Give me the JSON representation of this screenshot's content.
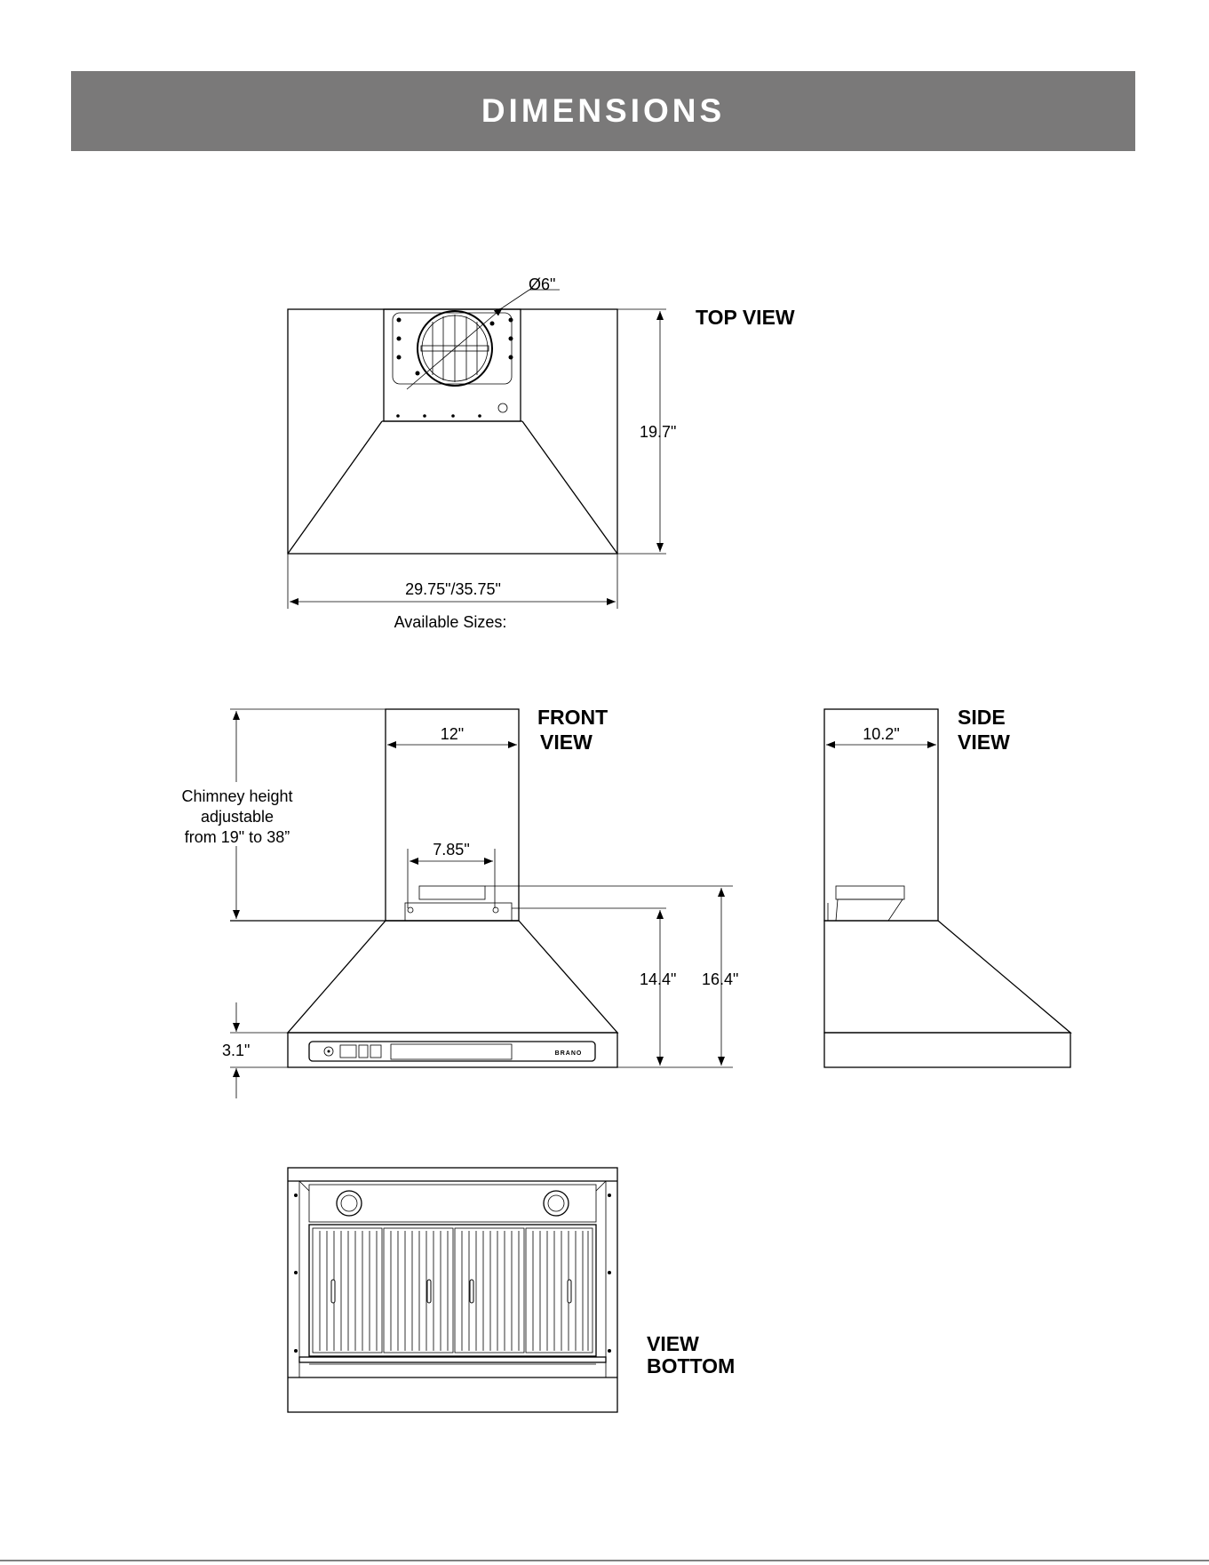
{
  "header": {
    "title": "DIMENSIONS"
  },
  "top_view": {
    "title": "TOP VIEW",
    "duct_diameter": "Ø6\"",
    "depth": "19.7\"",
    "width": "29.75\"/35.75\"",
    "sizes_label": "Available Sizes:"
  },
  "front_view": {
    "title_line1": "FRONT",
    "title_line2": "VIEW",
    "chimney_width": "12\"",
    "chimney_note_line1": "Chimney height",
    "chimney_note_line2": "adjustable",
    "chimney_note_line3": "from 19\" to 38”",
    "bracket_width": "7.85\"",
    "hood_height": "14.4\"",
    "total_height": "16.4\"",
    "panel_height": "3.1\"",
    "brand": "BRANO"
  },
  "side_view": {
    "title_line1": "SIDE",
    "title_line2": "VIEW",
    "chimney_depth": "10.2\""
  },
  "bottom_view": {
    "title_line1": "VIEW",
    "title_line2": "BOTTOM"
  }
}
